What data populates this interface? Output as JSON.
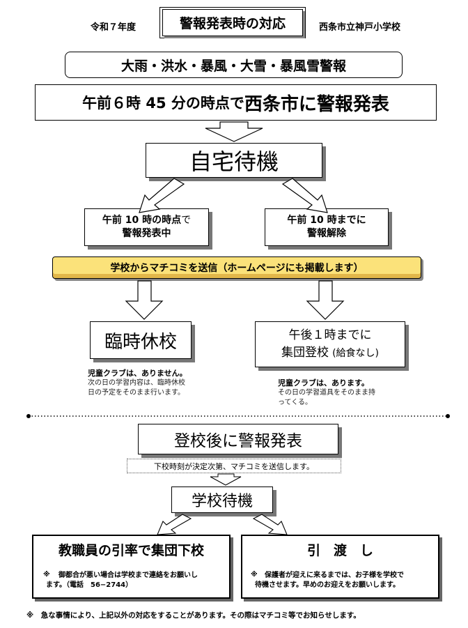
{
  "header": {
    "year": "令和７年度",
    "title": "警報発表時の対応",
    "school": "西条市立神戸小学校"
  },
  "warning_types": "大雨・洪水・暴風・大雪・暴風雪警報",
  "trigger": {
    "time": "午前６時 45 分の時点で",
    "place": "西条市に警報発表"
  },
  "home_wait": "自宅待機",
  "branch_left": {
    "line1a": "午前 10 時の時点",
    "line1b": "で",
    "line2": "警報発表中"
  },
  "branch_right": {
    "line1": "午前 10 時までに",
    "line2": "警報解除"
  },
  "banner": "学校からマチコミを送信（ホームページにも掲載します）",
  "closure": {
    "title": "臨時休校",
    "club_note": "児童クラブは、ありません。",
    "detail_1": "次の日の学習内容は、臨時休校",
    "detail_2": "日の予定をそのまま行います。"
  },
  "attend": {
    "line1": "午後１時までに",
    "line2a": "集団登校",
    "line2b": "(給食なし)",
    "club_note": "児童クラブは、あります。",
    "detail_1": "その日の学習道具をそのまま持",
    "detail_2": "ってくる。"
  },
  "after_arrival": {
    "title": "登校後に警報発表",
    "note": "下校時刻が決定次第、マチコミを送信します。",
    "wait": "学校待機"
  },
  "dismissal": {
    "title": "教職員の引率で集団下校",
    "note_mark": "※",
    "note_1": "御都合が悪い場合は学校まで連絡をお願いし",
    "note_2": "ます。（電話　56−2744）"
  },
  "handover": {
    "title": "引　渡　し",
    "note_mark": "※",
    "note_1": "保護者が迎えに来るまでは、お子様を学校で",
    "note_2": "待機させます。早めのお迎えをお願いします。"
  },
  "footer": "※　急な事情により、上記以外の対応をすることがあります。その際はマチコミ等でお知らせします。"
}
